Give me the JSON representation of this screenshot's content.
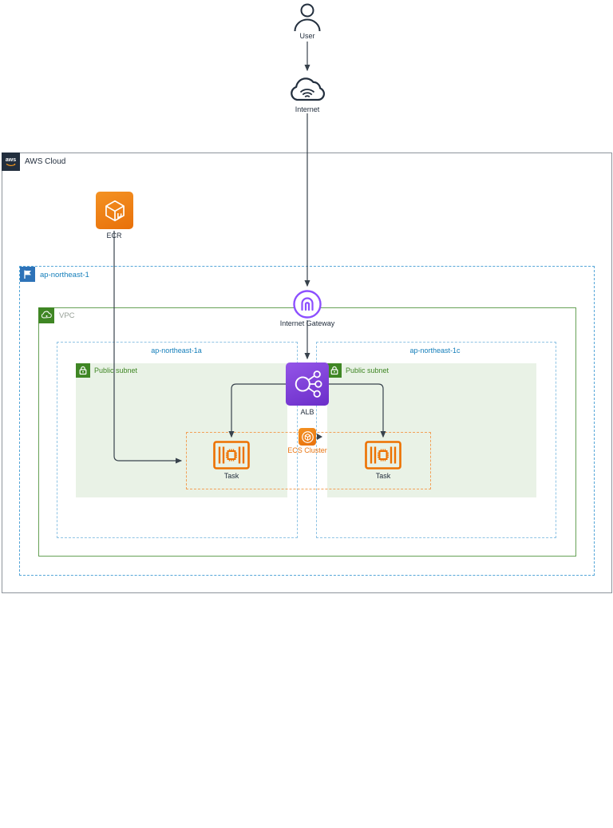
{
  "colors": {
    "aws_dark": "#232F3E",
    "orange": "#ED7100",
    "purple": "#8C4FFF",
    "green": "#3F8624",
    "blue": "#147EBA",
    "subnet_fill": "#E9F2E6"
  },
  "containers": {
    "aws_cloud": {
      "label": "AWS Cloud"
    },
    "region": {
      "label": "ap-northeast-1"
    },
    "vpc": {
      "label": "VPC"
    },
    "az_left": {
      "label": "ap-northeast-1a"
    },
    "az_right": {
      "label": "ap-northeast-1c"
    },
    "subnet_left": {
      "label": "Public subnet"
    },
    "subnet_right": {
      "label": "Public subnet"
    }
  },
  "nodes": {
    "user": {
      "label": "User"
    },
    "internet": {
      "label": "Internet"
    },
    "ecr": {
      "label": "ECR"
    },
    "internet_gateway": {
      "label": "Internet Gateway"
    },
    "alb": {
      "label": "ALB"
    },
    "ecs_cluster": {
      "label": "ECS Cluster"
    },
    "task_left": {
      "label": "Task"
    },
    "task_right": {
      "label": "Task"
    }
  },
  "icons": {
    "user": "person-icon",
    "internet": "cloud-wifi-icon",
    "aws_cloud": "aws-logo-icon",
    "region": "flag-icon",
    "vpc": "vpc-cloud-icon",
    "subnet": "lock-icon",
    "ecr": "container-registry-icon",
    "internet_gateway": "gateway-icon",
    "alb": "load-balancer-icon",
    "ecs_cluster": "ecs-icon",
    "task": "task-chip-icon"
  }
}
